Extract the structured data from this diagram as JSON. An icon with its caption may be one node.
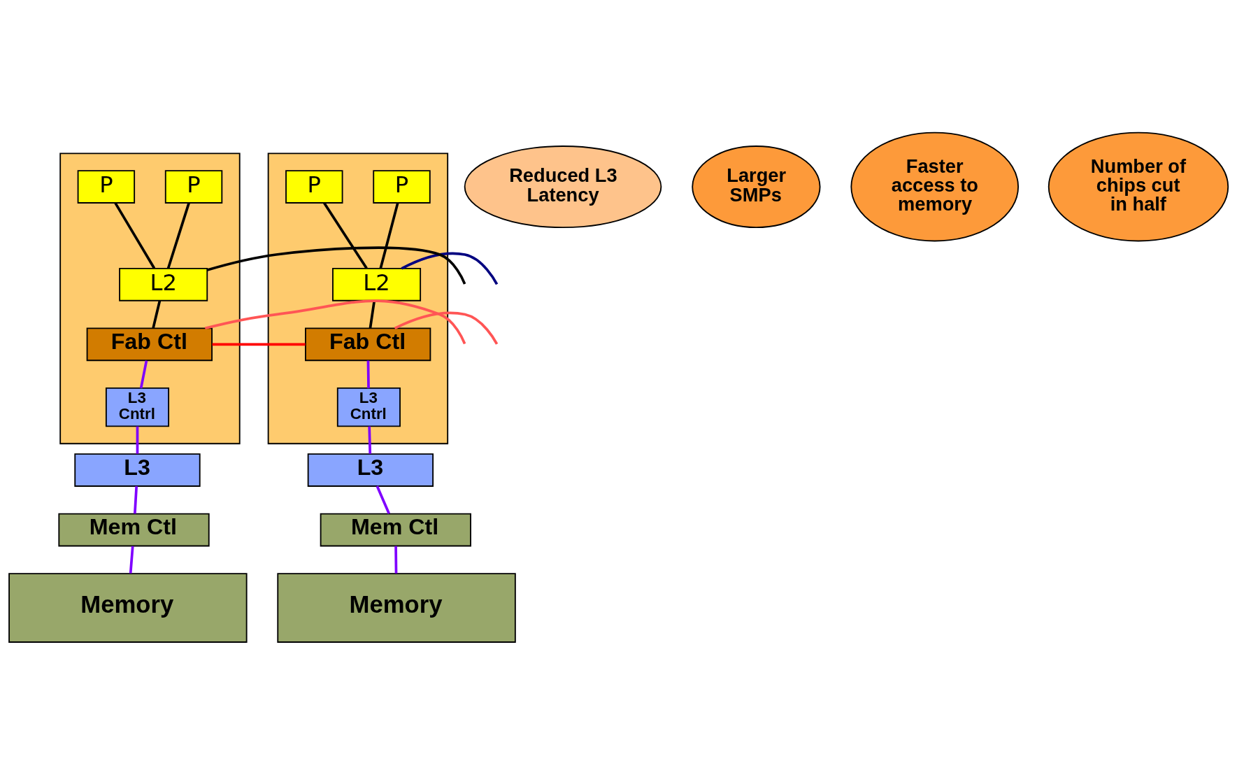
{
  "diagram": {
    "nodes": [
      {
        "text": [],
        "shape": "box"
      },
      {
        "text": [
          "P"
        ],
        "in": 0
      },
      {
        "text": [
          "P"
        ],
        "in": 0
      },
      {
        "text": [
          "L2"
        ],
        "in": 0
      },
      {
        "text": [
          "Fab Ctl"
        ],
        "in": 0
      },
      {
        "text": [
          "L3 Cntrl"
        ],
        "in": 0
      },
      {
        "text": [
          "L3"
        ]
      },
      {
        "text": [
          "Mem Ctl"
        ]
      },
      {
        "text": [
          "Memory"
        ]
      },
      {
        "text": [],
        "shape": "box"
      },
      {
        "text": [
          "P"
        ],
        "in": 9
      },
      {
        "text": [
          "P"
        ],
        "in": 9
      },
      {
        "text": [
          "L2"
        ],
        "in": 9
      },
      {
        "text": [
          "Fab Ctl"
        ],
        "in": 9
      },
      {
        "text": [
          "L3 Cntrl"
        ],
        "in": 9
      },
      {
        "text": [
          "L3"
        ]
      },
      {
        "text": [
          "Mem Ctl"
        ]
      },
      {
        "text": [
          "Memory"
        ]
      },
      {
        "text": [
          "Reduced L3 Latency"
        ]
      },
      {
        "text": [
          "Larger SMPs"
        ]
      },
      {
        "text": [
          "Faster access to memory"
        ]
      },
      {
        "text": [
          "Number of chips cut in half"
        ]
      }
    ],
    "edges": [
      {
        "from": 1,
        "to": 3,
        "arrow": "none",
        "color": "#000000"
      },
      {
        "from": 2,
        "to": 3,
        "arrow": "none",
        "color": "#000000"
      },
      {
        "from": null,
        "to": 3,
        "arrow": "none",
        "color": "#000000"
      },
      {
        "from": 3,
        "to": 4,
        "arrow": "none",
        "color": "#000000"
      },
      {
        "from": 4,
        "to": 5,
        "arrow": "none"
      },
      {
        "from": 5,
        "to": 6,
        "arrow": "none"
      },
      {
        "from": 6,
        "to": 7,
        "arrow": "none"
      },
      {
        "from": 7,
        "to": 8,
        "arrow": "none"
      },
      {
        "from": null,
        "to": 4,
        "arrow": "none",
        "color": "#ff5555"
      },
      {
        "from": 4,
        "to": 13,
        "arrow": "none",
        "color": "#ff0000"
      },
      {
        "from": 10,
        "to": 12,
        "arrow": "none",
        "color": "#000000"
      },
      {
        "from": 11,
        "to": 12,
        "arrow": "none",
        "color": "#000000"
      },
      {
        "from": 12,
        "to": null,
        "arrow": "none",
        "color": "#000080"
      },
      {
        "from": 12,
        "to": 13,
        "arrow": "none",
        "color": "#000000"
      },
      {
        "from": 13,
        "to": 14,
        "arrow": "none"
      },
      {
        "from": 14,
        "to": 15,
        "arrow": "none"
      },
      {
        "from": 15,
        "to": 16,
        "arrow": "none"
      },
      {
        "from": 16,
        "to": 17,
        "arrow": "none"
      },
      {
        "from": 13,
        "to": null,
        "arrow": "none",
        "color": "#ff5555"
      }
    ]
  }
}
